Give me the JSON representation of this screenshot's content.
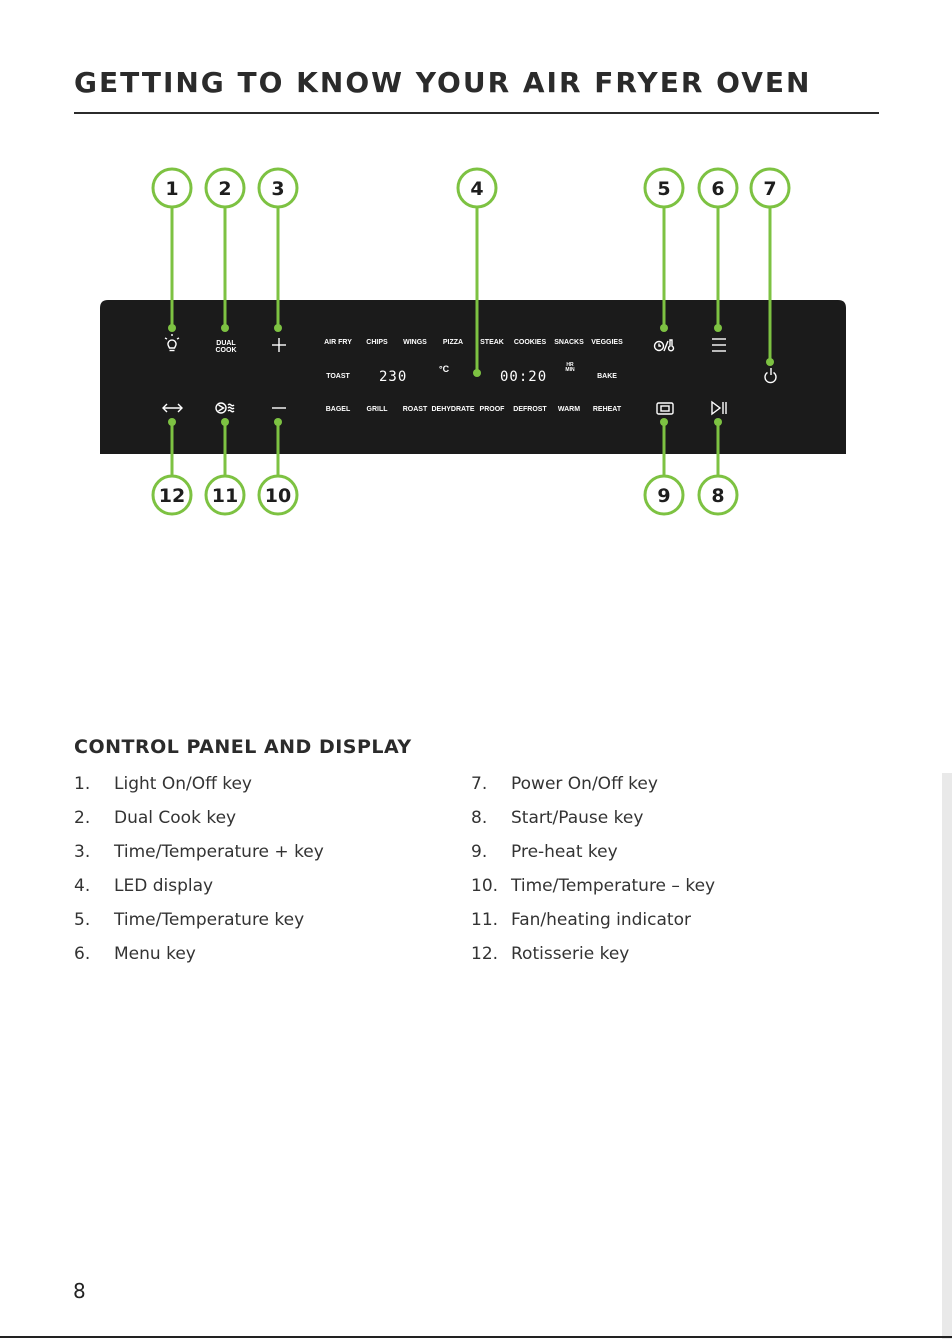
{
  "page": {
    "title": "GETTING TO KNOW YOUR AIR FRYER OVEN",
    "page_number": "8"
  },
  "diagram": {
    "callout_color": "#7dc242",
    "panel_color": "#1b1b1b",
    "callouts": [
      "1",
      "2",
      "3",
      "4",
      "5",
      "6",
      "7",
      "8",
      "9",
      "10",
      "11",
      "12"
    ],
    "panel": {
      "dual_cook_line1": "DUAL",
      "dual_cook_line2": "COOK",
      "presets_row1": [
        "AIR FRY",
        "CHIPS",
        "WINGS",
        "PIZZA",
        "STEAK",
        "COOKIES",
        "SNACKS",
        "VEGGIES"
      ],
      "presets_row2_left": "TOAST",
      "presets_row2_right": "BAKE",
      "presets_row3": [
        "BAGEL",
        "GRILL",
        "ROAST",
        "DEHYDRATE",
        "PROOF",
        "DEFROST",
        "WARM",
        "REHEAT"
      ],
      "temperature": "230",
      "temperature_unit": "°C",
      "time": "00:20",
      "time_unit_line1": "HR",
      "time_unit_line2": "MIN"
    }
  },
  "legend": {
    "heading": "CONTROL PANEL AND DISPLAY",
    "left": [
      {
        "num": "1.",
        "label": "Light On/Off key"
      },
      {
        "num": "2.",
        "label": "Dual Cook key"
      },
      {
        "num": "3.",
        "label": "Time/Temperature + key"
      },
      {
        "num": "4.",
        "label": "LED display"
      },
      {
        "num": "5.",
        "label": "Time/Temperature key"
      },
      {
        "num": "6.",
        "label": "Menu key"
      }
    ],
    "right": [
      {
        "num": "7.",
        "label": "Power On/Off key"
      },
      {
        "num": "8.",
        "label": "Start/Pause key"
      },
      {
        "num": "9.",
        "label": "Pre-heat key"
      },
      {
        "num": "10.",
        "label": "Time/Temperature – key"
      },
      {
        "num": "11.",
        "label": "Fan/heating indicator"
      },
      {
        "num": "12.",
        "label": "Rotisserie key"
      }
    ]
  }
}
